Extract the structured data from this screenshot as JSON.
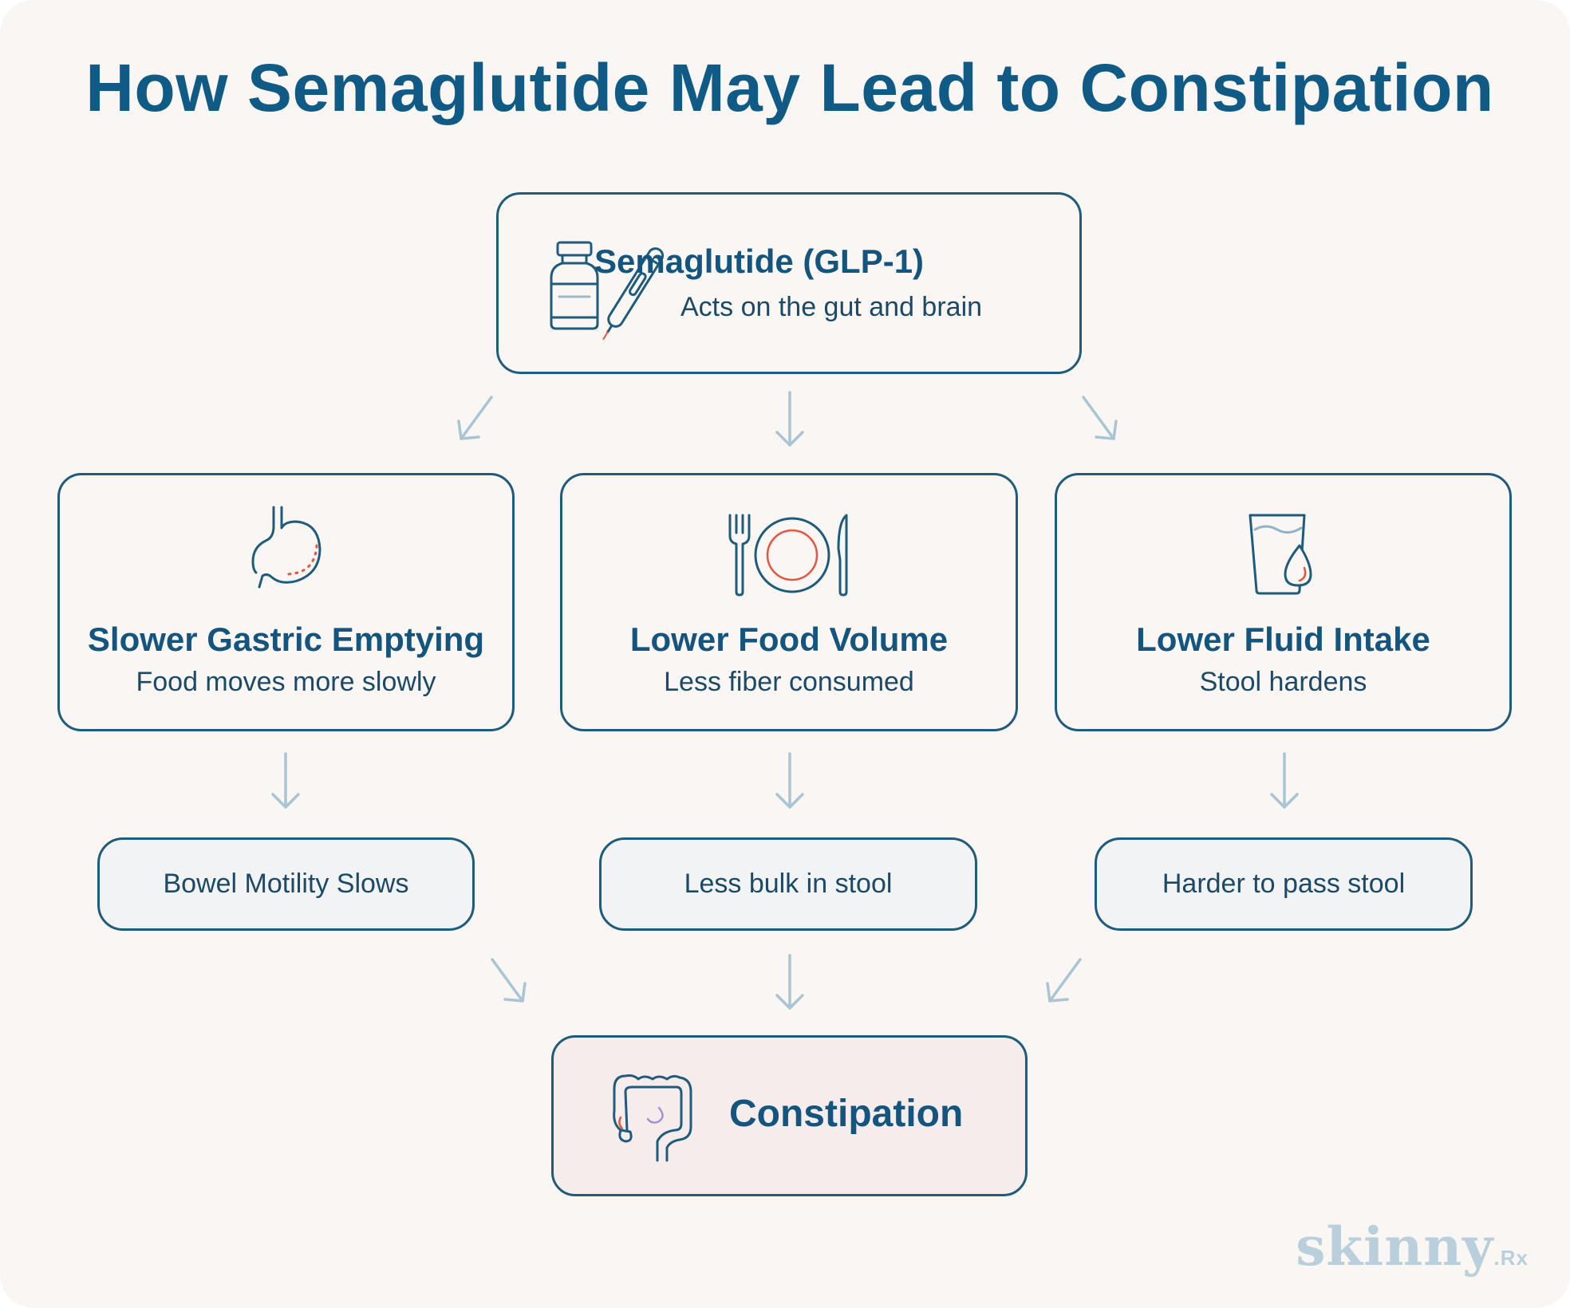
{
  "title": "How Semaglutide May Lead to Constipation",
  "top_node": {
    "title": "Semaglutide (GLP-1)",
    "subtitle": "Acts on the gut and brain",
    "icon": "vial-and-pen-icon"
  },
  "effects": [
    {
      "title": "Slower Gastric Emptying",
      "subtitle": "Food moves more slowly",
      "icon": "stomach-icon"
    },
    {
      "title": "Lower Food Volume",
      "subtitle": "Less fiber consumed",
      "icon": "plate-fork-knife-icon"
    },
    {
      "title": "Lower Fluid Intake",
      "subtitle": "Stool hardens",
      "icon": "water-glass-drop-icon"
    }
  ],
  "consequences": [
    {
      "label": "Bowel Motility Slows"
    },
    {
      "label": "Less bulk in stool"
    },
    {
      "label": "Harder to pass stool"
    }
  ],
  "outcome": {
    "title": "Constipation",
    "icon": "intestine-icon"
  },
  "logo": {
    "brand": "skinny",
    "suffix": ".Rx"
  },
  "colors": {
    "title": "#0f5b86",
    "box_border": "#1f5b7c",
    "arrow": "#a9c5d3",
    "accent": "#e5553f",
    "outcome_fill": "#f7ecec",
    "pill_fill": "#f2f3f4"
  }
}
